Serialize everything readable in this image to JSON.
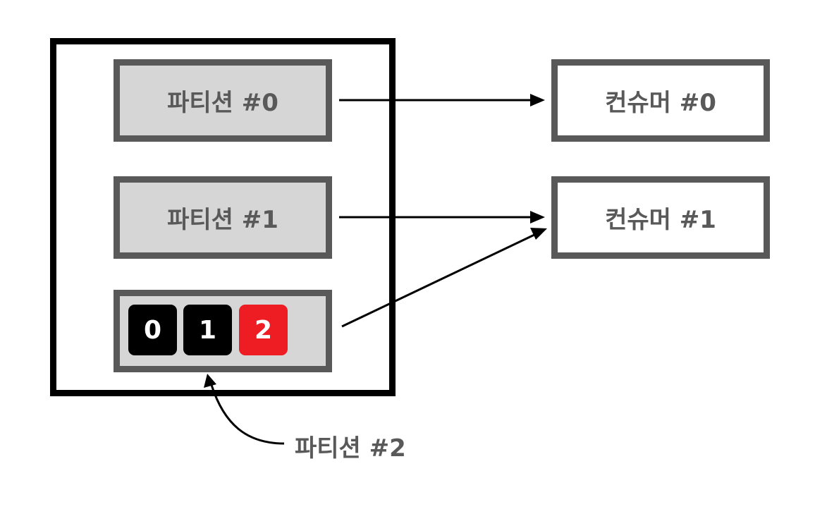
{
  "partitions": [
    {
      "label": "파티션 #0"
    },
    {
      "label": "파티션 #1"
    },
    {
      "label": "",
      "messages": [
        {
          "offset": "0",
          "color": "#000000"
        },
        {
          "offset": "1",
          "color": "#000000"
        },
        {
          "offset": "2",
          "color": "#ee1c23"
        }
      ]
    }
  ],
  "consumers": [
    {
      "label": "컨슈머 #0"
    },
    {
      "label": "컨슈머 #1"
    }
  ],
  "callout": {
    "label": "파티션 #2"
  },
  "colors": {
    "border": "#595959",
    "partition_fill": "#d6d6d6",
    "message_new": "#ee1c23",
    "message_old": "#000000"
  }
}
